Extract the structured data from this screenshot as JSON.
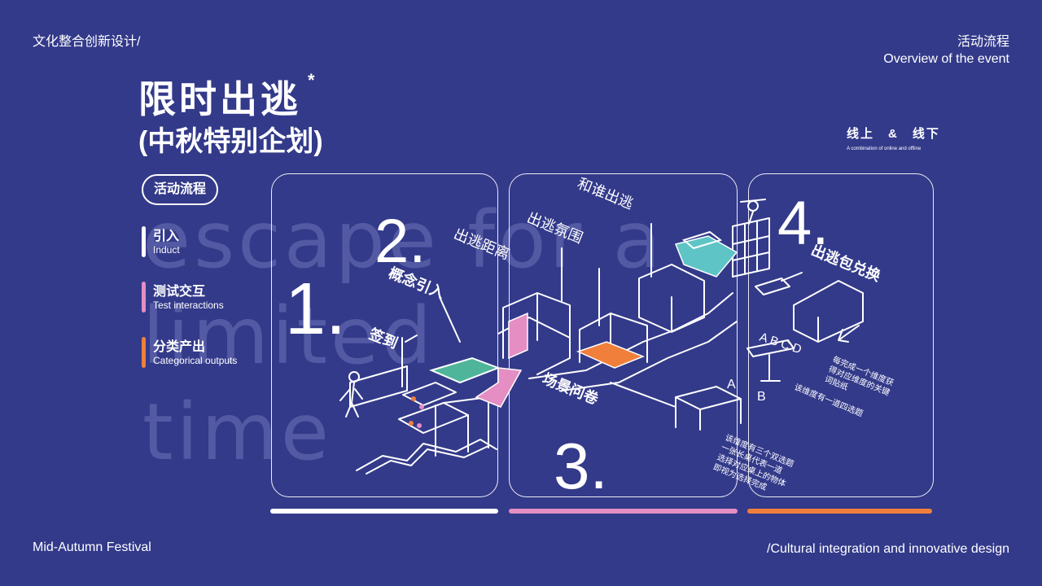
{
  "header": {
    "top_left": "文化整合创新设计/",
    "top_right_cn": "活动流程",
    "top_right_en": "Overview of the event"
  },
  "footer": {
    "bottom_left": "Mid-Autumn Festival",
    "bottom_right": "/Cultural integration and innovative design"
  },
  "title": {
    "main": "限时出逃",
    "star": "*",
    "sub": "(中秋特别企划)"
  },
  "background_words": [
    "escape for a",
    "limited",
    "time"
  ],
  "pill_label": "活动流程",
  "legend": [
    {
      "cn": "引入",
      "en": "Induct",
      "color": "#ffffff"
    },
    {
      "cn": "测试交互",
      "en": "Test interactions",
      "color": "#e48ec3"
    },
    {
      "cn": "分类产出",
      "en": "Categorical outputs",
      "color": "#f07f3c"
    }
  ],
  "online_offline": {
    "cn": "线上　&　线下",
    "en": "A combination of online and offline"
  },
  "steps": [
    {
      "num": "1.",
      "label": "签到"
    },
    {
      "num": "2.",
      "label": "概念引入"
    },
    {
      "num": "3.",
      "label": "场景问卷"
    },
    {
      "num": "4.",
      "label": "出逃包兑换"
    }
  ],
  "scene_labels": {
    "distance": "出逃距离",
    "atmosphere": "出逃氛围",
    "with_whom": "和谁出逃",
    "option_ab_1": "A",
    "option_ab_2": "B",
    "options_abcd": "A B C D"
  },
  "notes": {
    "sticker": [
      "每完成一个维度获",
      "得对应维度的关键",
      "词贴纸"
    ],
    "four_choice": "该维度有一道四选题",
    "two_choice": [
      "该维度有三个双选题",
      "一张长桌代表一道",
      "选择对应桌上的物体",
      "即视为选择完成"
    ]
  },
  "colors": {
    "background": "#333a8a",
    "white": "#ffffff",
    "pink": "#e48ec3",
    "orange": "#f07f3c",
    "teal": "#5fc4c6",
    "green": "#4fb59a"
  }
}
